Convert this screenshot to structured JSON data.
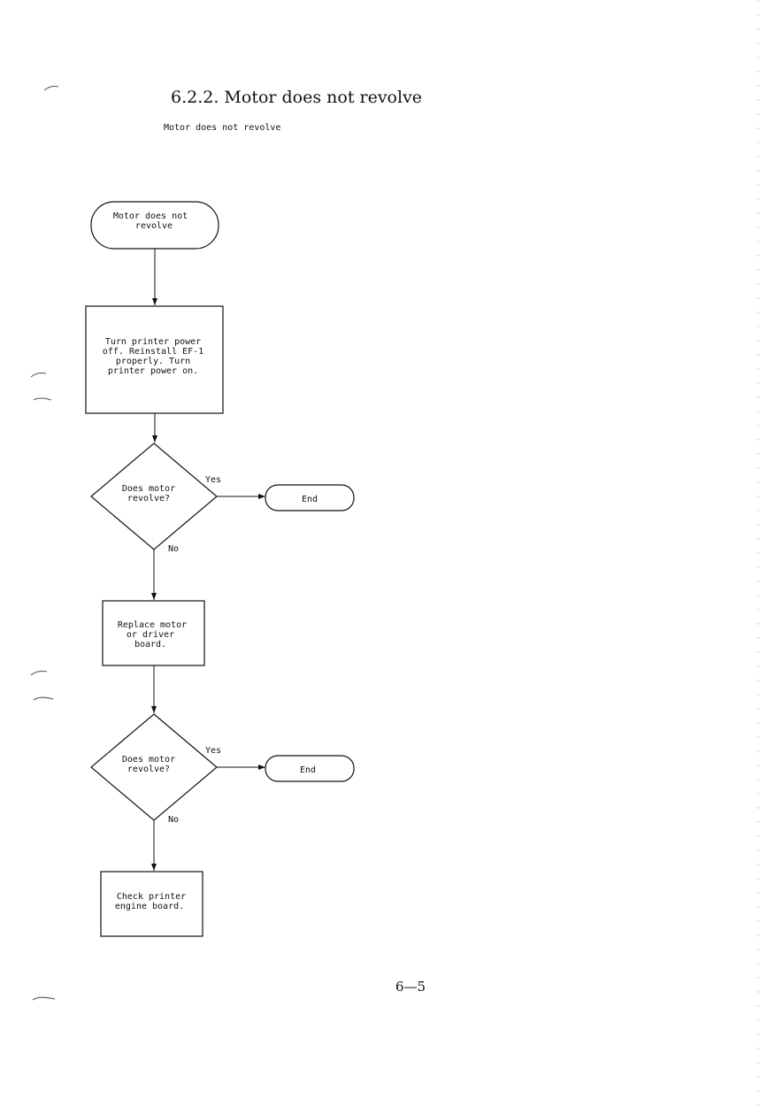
{
  "section": {
    "heading": "6.2.2.  Motor does not revolve",
    "subheading": "Motor does not revolve"
  },
  "flowchart": {
    "start": {
      "lines": [
        "Motor does not",
        "revolve"
      ]
    },
    "step1": {
      "lines": [
        "Turn printer power",
        "off. Reinstall EF-1",
        "properly. Turn",
        "printer power on."
      ]
    },
    "decision1": {
      "lines": [
        "Does motor",
        "revolve?"
      ],
      "yes_label": "Yes",
      "no_label": "No"
    },
    "end1": {
      "label": "End"
    },
    "step2": {
      "lines": [
        "Replace motor",
        "or driver",
        "board."
      ]
    },
    "decision2": {
      "lines": [
        "Does motor",
        "revolve?"
      ],
      "yes_label": "Yes",
      "no_label": "No"
    },
    "end2": {
      "label": "End"
    },
    "step3": {
      "lines": [
        "Check printer",
        "engine board."
      ]
    }
  },
  "footer": {
    "page_number": "6—5"
  }
}
